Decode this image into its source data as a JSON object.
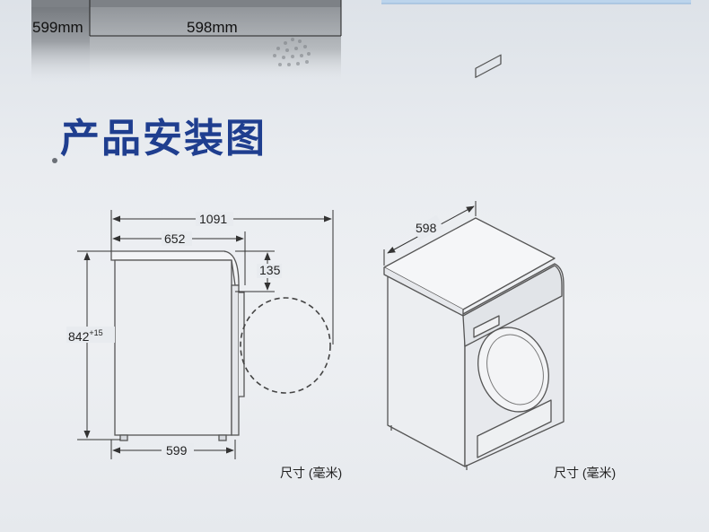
{
  "top_strip": {
    "width_label_left": "599mm",
    "width_label_center": "598mm"
  },
  "section": {
    "title": "产品安装图"
  },
  "side_view": {
    "total_depth": "1091",
    "body_depth": "652",
    "door_offset": "135",
    "height": "842",
    "height_tolerance": "+15",
    "base_width": "599",
    "units": "尺寸 (毫米)"
  },
  "iso_view": {
    "width": "598",
    "units": "尺寸 (毫米)"
  },
  "colors": {
    "title": "#1f3e8f",
    "line": "#555555",
    "rule": "#8a8f96"
  }
}
